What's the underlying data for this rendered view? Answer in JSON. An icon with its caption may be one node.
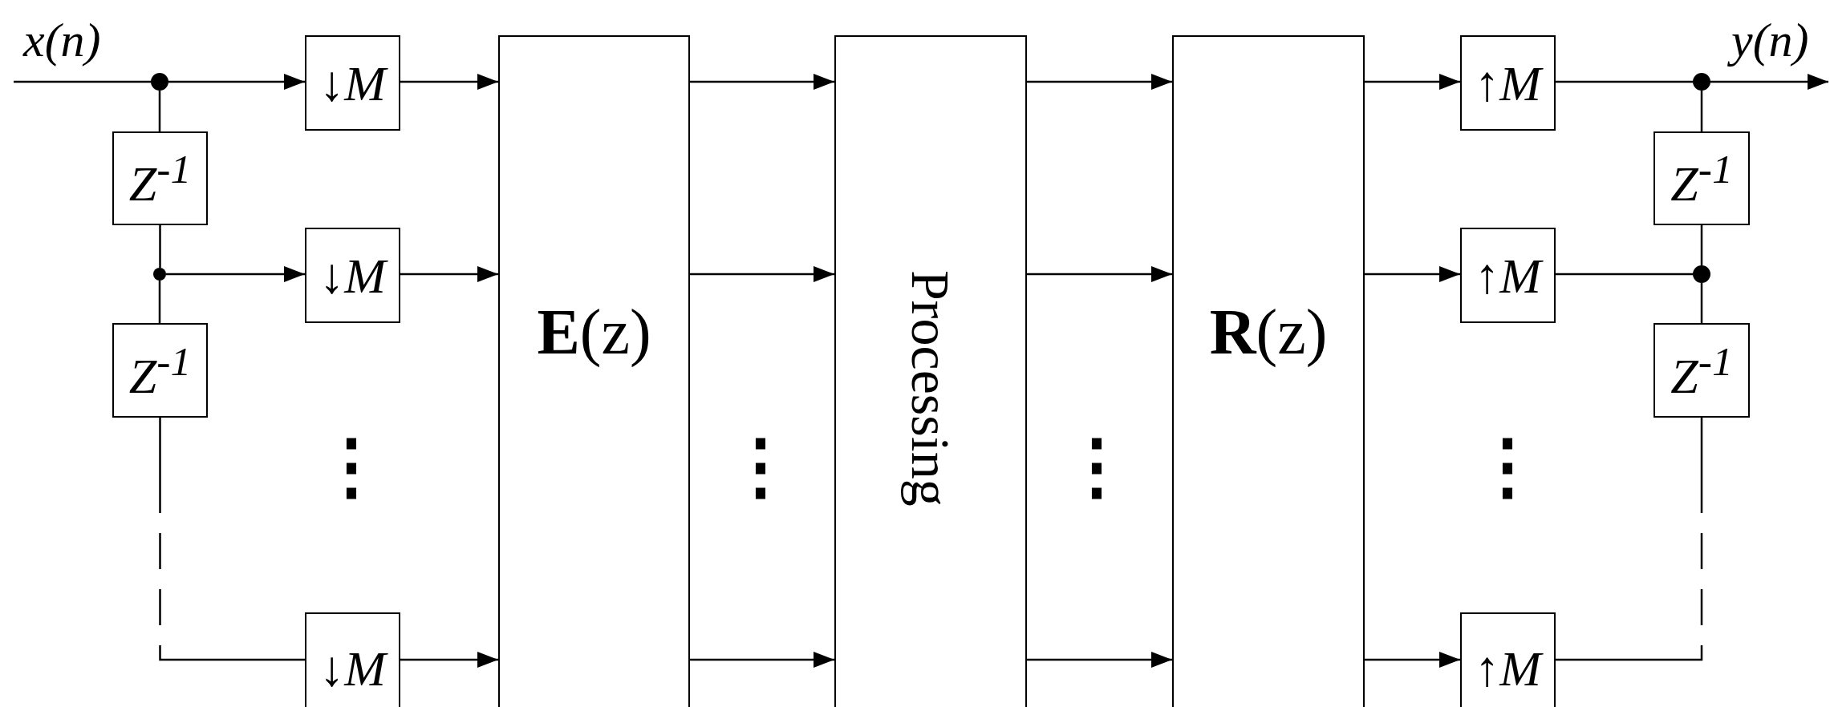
{
  "diagram": {
    "nodes": [
      {
        "text": [],
        "shape": "circle"
      },
      {
        "text": [
          "↓M"
        ]
      },
      {
        "text": [
          "Z$^{-1}$"
        ]
      },
      {
        "text": [],
        "shape": "circle"
      },
      {
        "text": [
          "↓M"
        ]
      },
      {
        "text": [
          "Z$^{-1}$"
        ]
      },
      {
        "text": [
          "↓M"
        ]
      },
      {
        "text": [
          "**E**(z)"
        ]
      },
      {
        "text": [
          "Processing"
        ]
      },
      {
        "text": [
          "**R**(z)"
        ]
      },
      {
        "text": [
          "↑M"
        ]
      },
      {
        "text": [
          "↑M"
        ]
      },
      {
        "text": [
          "↑M"
        ]
      },
      {
        "text": [],
        "shape": "circle"
      },
      {
        "text": [
          "Z$^{-1}$"
        ]
      },
      {
        "text": [],
        "shape": "circle"
      },
      {
        "text": [
          "Z$^{-1}$"
        ]
      },
      {
        "text": [
          "y(n)"
        ]
      }
    ],
    "edges": [
      {
        "from": null,
        "to": 0,
        "arrow": "none"
      },
      {
        "from": 0,
        "to": 1,
        "arrow": "to"
      },
      {
        "from": 0,
        "to": 2,
        "arrow": "none"
      },
      {
        "from": 2,
        "to": 3,
        "arrow": "none"
      },
      {
        "from": 3,
        "to": 4,
        "arrow": "to"
      },
      {
        "from": 3,
        "to": 5,
        "arrow": "none"
      },
      {
        "from": 5,
        "to": 6,
        "arrow": "none",
        "style": "dashed"
      },
      {
        "from": 1,
        "to": 7,
        "arrow": "to"
      },
      {
        "from": 4,
        "to": 7,
        "arrow": "to"
      },
      {
        "from": 6,
        "to": 7,
        "arrow": "to"
      },
      {
        "from": 7,
        "to": 8,
        "arrow": "to"
      },
      {
        "from": 7,
        "to": 8,
        "arrow": "to"
      },
      {
        "from": 7,
        "to": 8,
        "arrow": "to"
      },
      {
        "from": 8,
        "to": 9,
        "arrow": "to"
      },
      {
        "from": 8,
        "to": 9,
        "arrow": "to"
      },
      {
        "from": 8,
        "to": 9,
        "arrow": "to"
      },
      {
        "from": 9,
        "to": 10,
        "arrow": "to"
      },
      {
        "from": 9,
        "to": 11,
        "arrow": "to"
      },
      {
        "from": 9,
        "to": 12,
        "arrow": "to"
      },
      {
        "from": 10,
        "to": 13,
        "arrow": "none"
      },
      {
        "from": 13,
        "to": 17,
        "arrow": "to"
      },
      {
        "from": 13,
        "to": 14,
        "arrow": "none"
      },
      {
        "from": 14,
        "to": 15,
        "arrow": "none"
      },
      {
        "from": 11,
        "to": 15,
        "arrow": "none"
      },
      {
        "from": 15,
        "to": 16,
        "arrow": "none"
      },
      {
        "from": 12,
        "to": 16,
        "arrow": "none",
        "style": "dashed"
      }
    ],
    "labels": [
      "x(n)",
      "⋮",
      "⋮",
      "⋮",
      "⋮"
    ]
  }
}
